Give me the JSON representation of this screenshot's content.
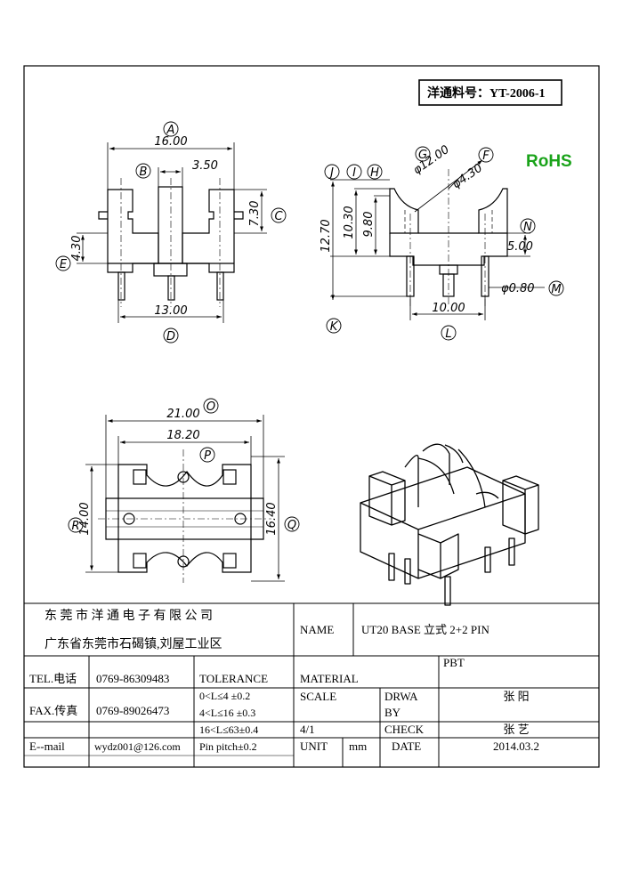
{
  "part_number": "洋通料号：YT-2006-1",
  "rohs": "RoHS",
  "colors": {
    "rohs": "#1aa31a",
    "ink": "#000000"
  },
  "front_view": {
    "dims": {
      "a": "16.00",
      "b": "3.50",
      "c": "7.30",
      "d": "13.00",
      "e": "4.30"
    },
    "labels": {
      "a": "A",
      "b": "B",
      "c": "C",
      "d": "D",
      "e": "E"
    }
  },
  "side_view": {
    "dims": {
      "g": "φ12.00",
      "f": "φ4.30",
      "j": "12.70",
      "i": "10.30",
      "h": "9.80",
      "n": "5.00",
      "m": "φ0.80",
      "l": "10.00"
    },
    "labels": {
      "g": "G",
      "f": "F",
      "j": "J",
      "i": "I",
      "h": "H",
      "n": "N",
      "m": "M",
      "k": "K",
      "l": "L"
    }
  },
  "bottom_view": {
    "dims": {
      "o": "21.00",
      "p": "18.20",
      "r": "14.00",
      "q": "16.40"
    },
    "labels": {
      "o": "O",
      "p": "P",
      "r": "R",
      "q": "Q"
    }
  },
  "title_block": {
    "company": "东 莞 市 洋 通 电 子 有 限 公 司",
    "address": "广东省东莞市石碣镇,刘屋工业区",
    "name_label": "NAME",
    "name_value": "UT20 BASE  立式  2+2 PIN",
    "tel_label": "TEL.电话",
    "tel_value": "0769-86309483",
    "fax_label": "FAX.传真",
    "fax_value": "0769-89026473",
    "email_label": "E--mail",
    "email_value": "wydz001@126.com",
    "tolerance_label": "TOLERANCE",
    "tol1": "0<L≤4    ±0.2",
    "tol2": "4<L≤16  ±0.3",
    "tol3": "16<L≤63±0.4",
    "tol4": "Pin pitch±0.2",
    "material_label": "MATERIAL",
    "material_value": "PBT",
    "scale_label": "SCALE",
    "scale_value": "4/1",
    "drawn_label_1": "DRWA",
    "drawn_label_2": "BY",
    "drawn_value": "张 阳",
    "check_label": "CHECK",
    "check_value": "张 艺",
    "unit_label": "UNIT",
    "unit_value": "mm",
    "date_label": "DATE",
    "date_value": "2014.03.2"
  }
}
